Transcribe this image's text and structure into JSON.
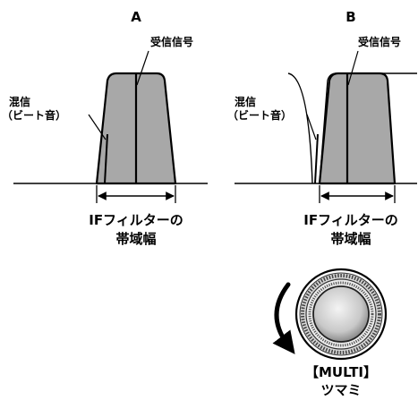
{
  "panels": {
    "a": {
      "label": "A",
      "signal_label": "受信信号",
      "interference_label_line1": "混信",
      "interference_label_line2": "（ビート音）",
      "bandwidth_label_line1": "IFフィルターの",
      "bandwidth_label_line2": "帯域幅"
    },
    "b": {
      "label": "B",
      "signal_label": "受信信号",
      "interference_label_line1": "混信",
      "interference_label_line2": "（ビート音）",
      "bandwidth_label_line1": "IFフィルターの",
      "bandwidth_label_line2": "帯域幅"
    }
  },
  "knob": {
    "label_line1": "【MULTI】",
    "label_line2": "ツマミ"
  },
  "colors": {
    "filter_fill": "#a8a8a8",
    "line": "#000000",
    "knob_light": "#e8e8e8",
    "knob_mid": "#b0b0b0",
    "knob_dark": "#555555"
  }
}
